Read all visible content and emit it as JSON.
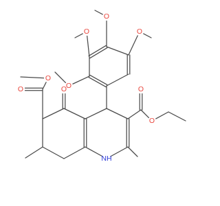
{
  "colors": {
    "bond": "#4a4a4a",
    "oxygen": "#e8453c",
    "nitrogen": "#2b39d6",
    "background": "#ffffff"
  },
  "atom_labels": {
    "oxygen": "O",
    "nitrogen_hydrogen": "NH",
    "hydrogen": "H"
  }
}
